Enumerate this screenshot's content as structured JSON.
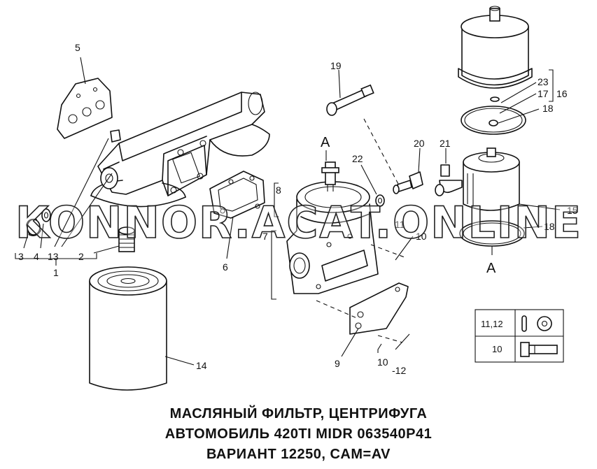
{
  "caption": {
    "line1": "МАСЛЯНЫЙ ФИЛЬТР, ЦЕНТРИФУГА",
    "line2": "АВТОМОБИЛЬ 420TI MIDR 063540P41",
    "line3": "ВАРИАНТ 12250, CAM=AV"
  },
  "watermark": "KONNOR.ACAT.ONLINE",
  "view_marker": "A",
  "callouts": {
    "c1": "1",
    "c2": "2",
    "c3": "3",
    "c4": "4",
    "c5": "5",
    "c6": "6",
    "c7": "7",
    "c8": "8",
    "c9": "9",
    "c10a": "10",
    "c10b": "10",
    "c10_12": "-12",
    "c11": "11",
    "c13": "13",
    "c14": "14",
    "c15": "15",
    "c16": "16",
    "c17": "17",
    "c18a": "18",
    "c18b": "18",
    "c19": "19",
    "c20": "20",
    "c21": "21",
    "c22": "22",
    "c23": "23"
  },
  "legend": {
    "row1_label": "11,12",
    "row2_label": "10"
  }
}
